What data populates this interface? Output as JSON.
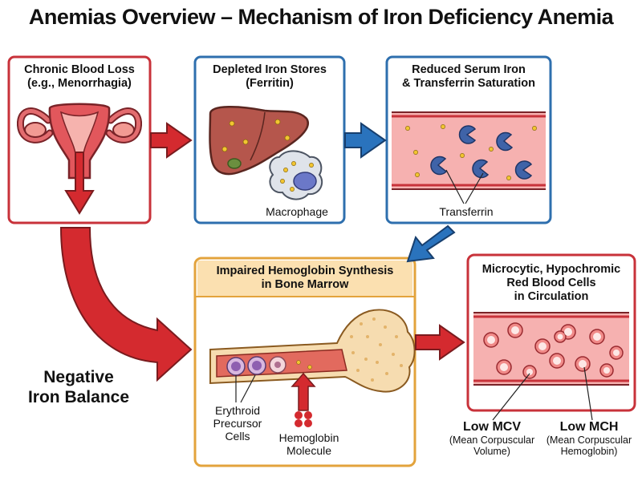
{
  "title": "Anemias Overview – Mechanism of Iron Deficiency Anemia",
  "boxes": {
    "blood_loss": {
      "lines": [
        "Chronic Blood Loss",
        "(e.g., Menorrhagia)"
      ]
    },
    "iron_stores": {
      "lines": [
        "Depleted Iron Stores",
        "(Ferritin)"
      ],
      "label": "Macrophage"
    },
    "serum_iron": {
      "lines": [
        "Reduced Serum Iron",
        "& Transferrin Saturation"
      ],
      "label": "Transferrin"
    },
    "hemoglobin": {
      "lines": [
        "Impaired Hemoglobin Synthesis",
        "in Bone Marrow"
      ],
      "erythroid_lines": [
        "Erythroid",
        "Precursor",
        "Cells"
      ],
      "hb_lines": [
        "Hemoglobin",
        "Molecule"
      ]
    },
    "rbc": {
      "lines": [
        "Microcytic, Hypochromic",
        "Red Blood Cells",
        "in Circulation"
      ],
      "mcv": {
        "label": "Low MCV",
        "desc_lines": [
          "(Mean Corpuscular",
          "Volume)"
        ]
      },
      "mch": {
        "label": "Low MCH",
        "desc_lines": [
          "(Mean Corpuscular",
          "Hemoglobin)"
        ]
      }
    }
  },
  "negative_balance_lines": [
    "Negative",
    "Iron Balance"
  ],
  "colors": {
    "red_border": "#c8323a",
    "blue_border": "#2e6fae",
    "orange_border": "#e3a33c",
    "red_arrow": "#d42a2f",
    "blue_arrow": "#2a73bd",
    "header_fill": "#fbe0b0"
  }
}
